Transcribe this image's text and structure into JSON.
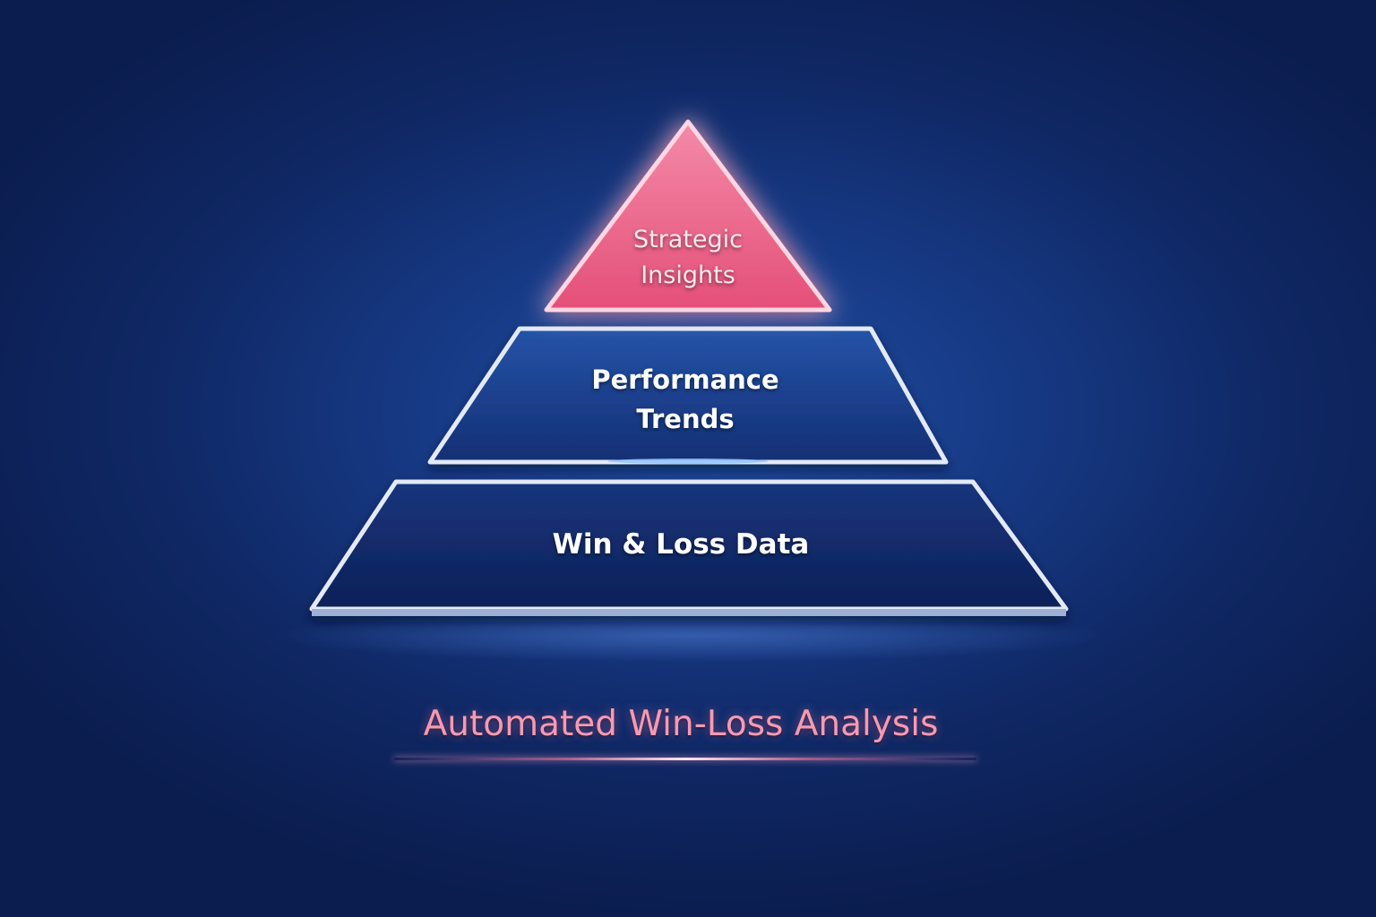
{
  "diagram": {
    "type": "pyramid",
    "title": "Automated Win-Loss Analysis",
    "levels": [
      {
        "position": "top",
        "label_line1": "Strategic",
        "label_line2": "Insights",
        "color": "#e85a80"
      },
      {
        "position": "middle",
        "label_line1": "Performance",
        "label_line2": "Trends",
        "color": "#1a3f91"
      },
      {
        "position": "bottom",
        "label": "Win & Loss Data",
        "color": "#0f2560"
      }
    ]
  },
  "colors": {
    "background": "#13306f",
    "accent_pink": "#f07aa0",
    "border": "#dfe6f5"
  }
}
